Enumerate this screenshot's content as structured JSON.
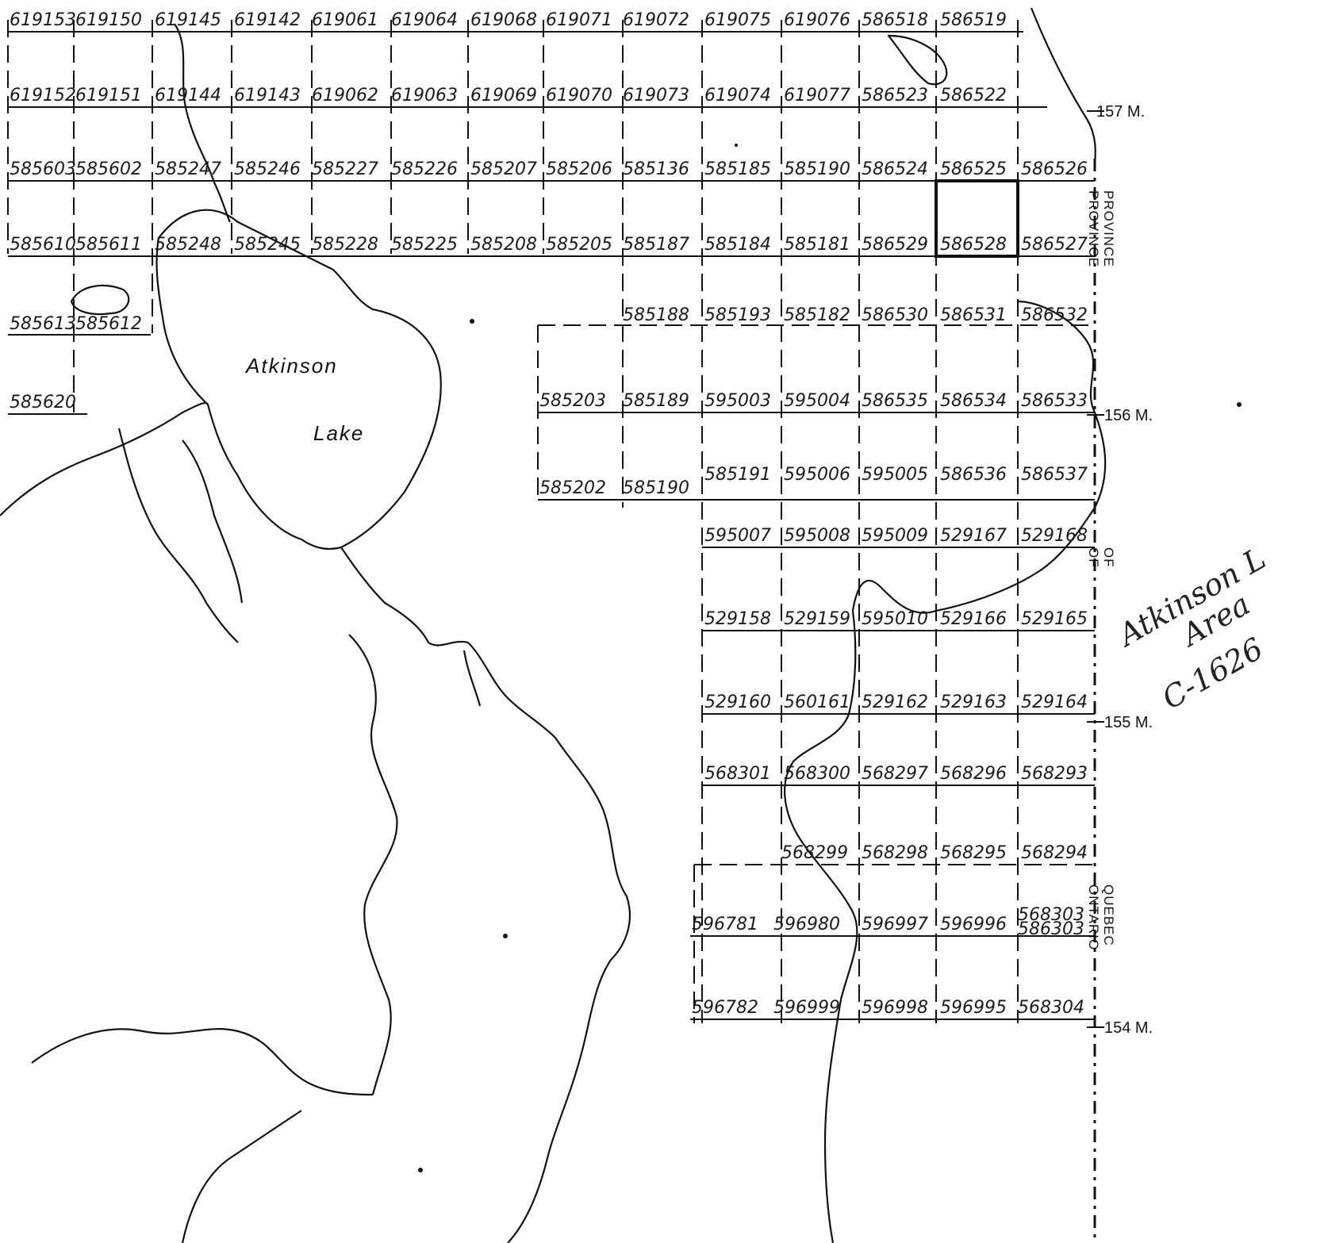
{
  "lake": {
    "line1": "Atkinson",
    "line2": "Lake"
  },
  "meridians": [
    "157 M.",
    "156 M.",
    "155 M.",
    "154 M."
  ],
  "boundary_labels": {
    "province_of_left": [
      "PROVINCE",
      "OF"
    ],
    "province_of_right": [
      "PROVINCE",
      "OF"
    ],
    "ontario": "ONTARIO",
    "quebec": "QUEBEC"
  },
  "annotation": {
    "line1": "Atkinson L",
    "line2": "Area",
    "line3": "C-1626"
  },
  "claims": [
    [
      "619153",
      "619150",
      "619145",
      "619142",
      "619061",
      "619064",
      "619068",
      "619071",
      "619072",
      "619075",
      "619076",
      "586518",
      "586519"
    ],
    [
      "619152",
      "619151",
      "619144",
      "619143",
      "619062",
      "619063",
      "619069",
      "619070",
      "619073",
      "619074",
      "619077",
      "586523",
      "586522"
    ],
    [
      "585603",
      "585602",
      "585247",
      "585246",
      "585227",
      "585226",
      "585207",
      "585206",
      "585136",
      "585185",
      "585190",
      "586524",
      "586525",
      "586526"
    ],
    [
      "585610",
      "585611",
      "585248",
      "585245",
      "585228",
      "585225",
      "585208",
      "585205",
      "585187",
      "585184",
      "585181",
      "586529",
      "586528",
      "586527"
    ],
    [
      "585613",
      "585612"
    ],
    [
      "585620"
    ],
    [
      "585188",
      "585193",
      "585182",
      "586530",
      "586531",
      "586532"
    ],
    [
      "585203",
      "585189",
      "595003",
      "595004",
      "586535",
      "586534",
      "586533"
    ],
    [
      "585191",
      "595006",
      "595005",
      "586536",
      "586537"
    ],
    [
      "585202",
      "585190"
    ],
    [
      "595007",
      "595008",
      "595009",
      "529167",
      "529168"
    ],
    [
      "529158",
      "529159",
      "595010",
      "529166",
      "529165"
    ],
    [
      "529160",
      "560161",
      "529162",
      "529163",
      "529164"
    ],
    [
      "568301",
      "568300",
      "568297",
      "568296",
      "568293"
    ],
    [
      "568299",
      "568298",
      "568295",
      "568294"
    ],
    [
      "596781",
      "596980",
      "596997",
      "596996",
      "568303",
      "586303"
    ],
    [
      "596782",
      "596999",
      "596998",
      "596995",
      "568304"
    ]
  ]
}
